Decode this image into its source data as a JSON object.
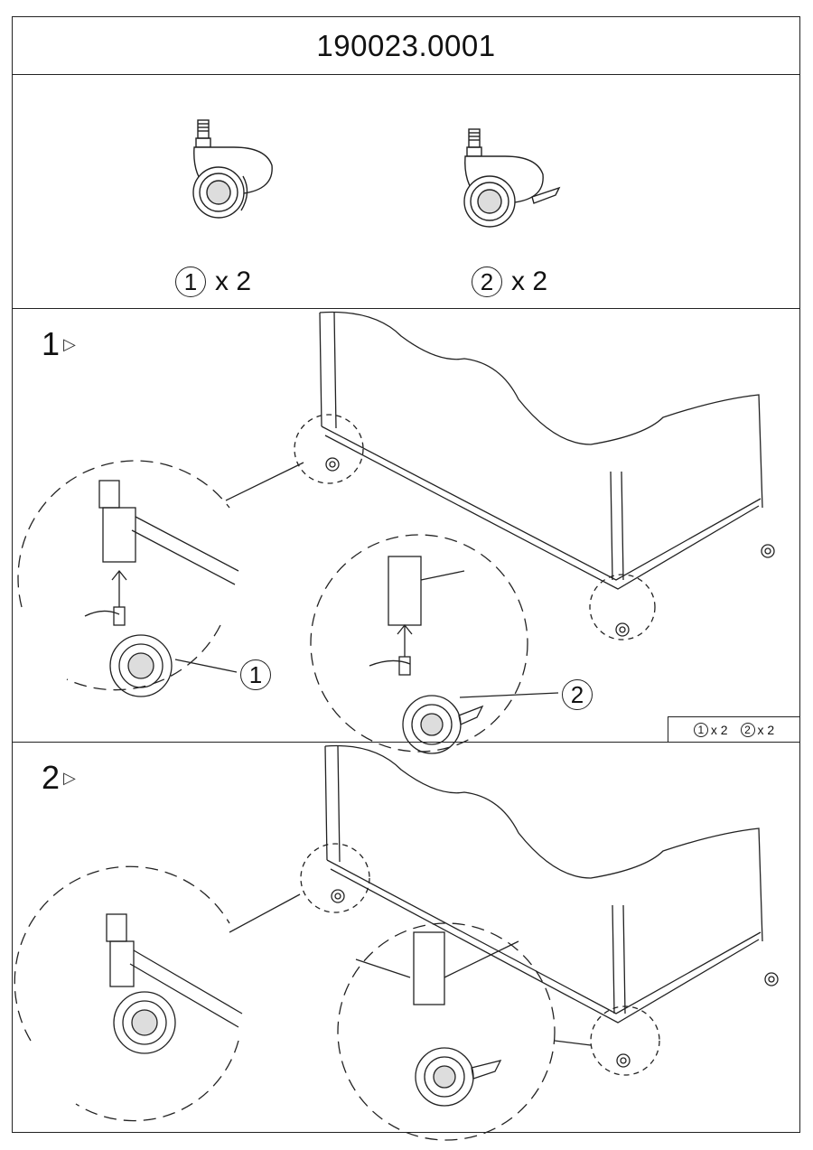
{
  "document": {
    "number": "190023.0001"
  },
  "parts": [
    {
      "id": "1",
      "times": "x 2",
      "icon": "caster-icon"
    },
    {
      "id": "2",
      "times": "x 2",
      "icon": "braked-caster-icon"
    }
  ],
  "steps": [
    {
      "number": "1",
      "callouts": [
        "1",
        "2"
      ]
    },
    {
      "number": "2"
    }
  ],
  "summary": [
    {
      "id": "1",
      "times": "x 2"
    },
    {
      "id": "2",
      "times": "x 2"
    }
  ]
}
